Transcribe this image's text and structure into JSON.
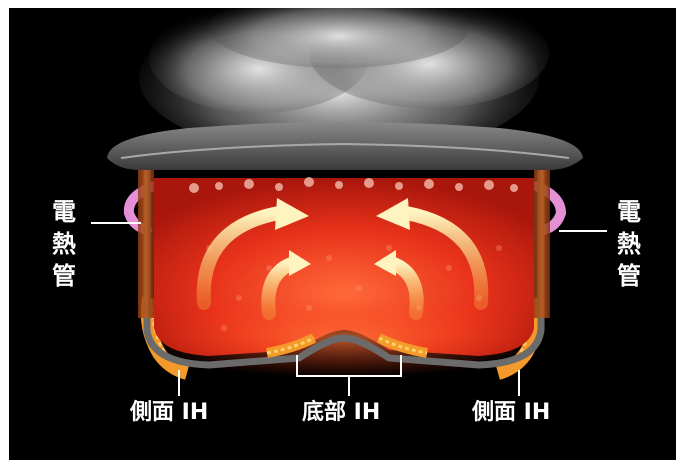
{
  "labels": {
    "heater_left": [
      "電",
      "熱",
      "管"
    ],
    "heater_right": [
      "電",
      "熱",
      "管"
    ],
    "side_ih_left": "側面 IH",
    "bottom_ih": "底部 IH",
    "side_ih_right": "側面 IH"
  },
  "colors": {
    "background": "#000000",
    "frame": "#ffffff",
    "liquid": "#e8321a",
    "heater_tube": "#e58fd6",
    "coils": "#f39a2a",
    "pot": "#6b6b6b",
    "arrows": "#f7c24a"
  },
  "icons": [
    "steam",
    "rice-cooker-pot",
    "convection-arrow",
    "heater-tube",
    "ih-coil"
  ]
}
